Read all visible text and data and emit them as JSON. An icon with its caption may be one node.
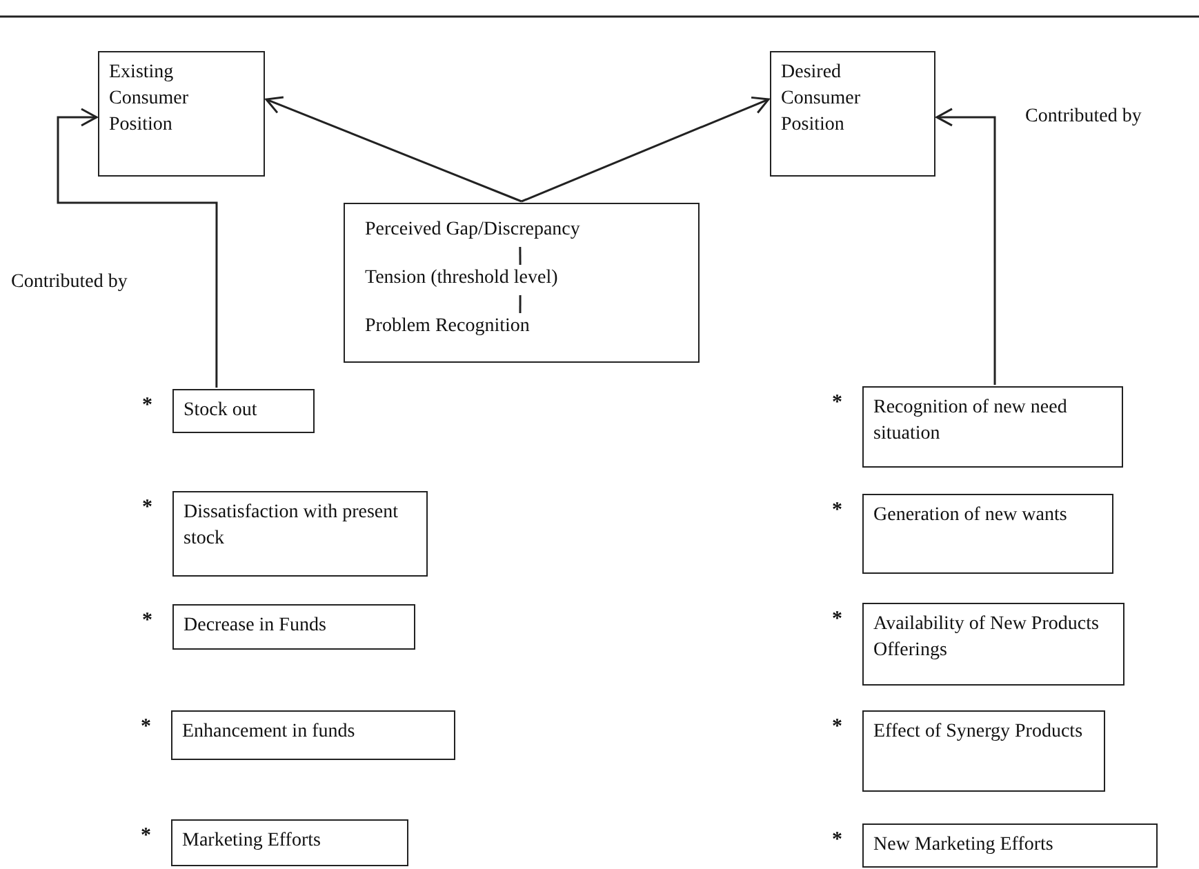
{
  "diagram": {
    "nodes": [
      {
        "text": [
          "Existing Consumer Position"
        ]
      },
      {
        "text": [
          "Desired Consumer Position"
        ]
      },
      {
        "text": [],
        "shape": "box"
      },
      {
        "text": [
          "Perceived Gap/Discrepancy"
        ],
        "in": 2
      },
      {
        "text": [
          "Tension (threshold level)"
        ],
        "in": 2
      },
      {
        "text": [
          "Problem Recognition"
        ],
        "in": 2
      },
      {
        "text": [
          "Stock out"
        ],
        "beside": [
          "*"
        ]
      },
      {
        "text": [
          "Recognition of new need situation"
        ],
        "beside": [
          "*"
        ]
      },
      {
        "text": [
          "Dissatisfaction with present stock"
        ],
        "beside": [
          "*"
        ]
      },
      {
        "text": [
          "Generation of new wants"
        ],
        "beside": [
          "*"
        ]
      },
      {
        "text": [
          "Decrease in Funds"
        ],
        "beside": [
          "*"
        ]
      },
      {
        "text": [
          "Availability of New Products Offerings"
        ],
        "beside": [
          "*"
        ]
      },
      {
        "text": [
          "Enhancement in funds"
        ],
        "beside": [
          "*"
        ]
      },
      {
        "text": [
          "Effect of Synergy Products"
        ],
        "beside": [
          "*"
        ]
      },
      {
        "text": [
          "Marketing Efforts"
        ],
        "beside": [
          "*"
        ]
      },
      {
        "text": [
          "New Marketing Efforts"
        ],
        "beside": [
          "*"
        ]
      }
    ],
    "edges": [
      {
        "from": 2,
        "to": 0,
        "arrow": "to"
      },
      {
        "from": 2,
        "to": 1,
        "arrow": "to"
      },
      {
        "from": 3,
        "to": 4,
        "arrow": "none"
      },
      {
        "from": 4,
        "to": 5,
        "arrow": "none"
      },
      {
        "from": 6,
        "to": 0,
        "arrow": "to"
      },
      {
        "from": 7,
        "to": 1,
        "arrow": "to"
      }
    ],
    "labels": [
      "Contributed by",
      "Contributed by"
    ]
  }
}
